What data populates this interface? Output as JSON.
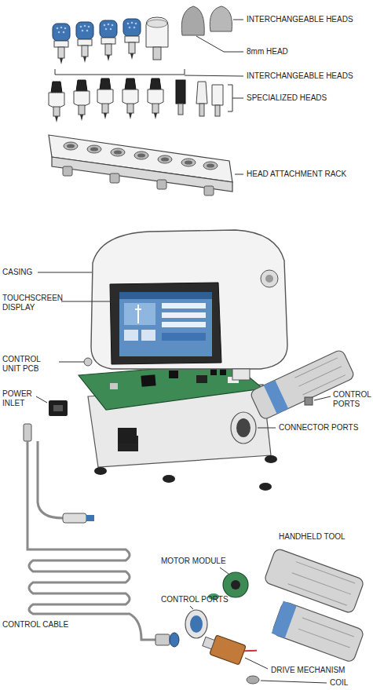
{
  "diagram": {
    "labels": [
      "INTERCHANGEABLE HEADS",
      "8mm HEAD",
      "INTERCHANGEABLE HEADS",
      "SPECIALIZED HEADS",
      "HEAD ATTACHMENT RACK",
      "CASING",
      "TOUCHSCREEN DISPLAY",
      "CONTROL UNIT PCB",
      "POWER INLET",
      "CONTROL PORTS",
      "CONNECTOR PORTS",
      "HANDHELD TOOL",
      "MOTOR MODULE",
      "CONTROL PORTS",
      "CONTROL CABLE",
      "DRIVE MECHANISM",
      "COIL"
    ]
  }
}
